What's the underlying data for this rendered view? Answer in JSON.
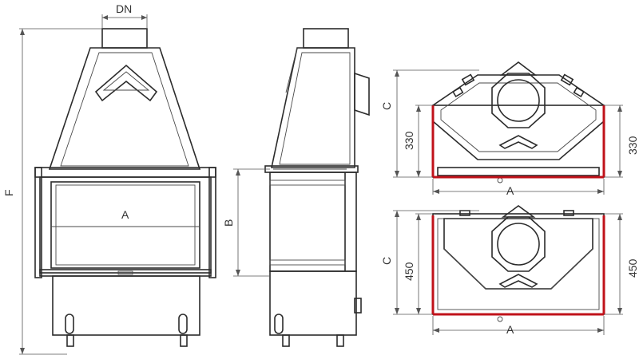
{
  "labels": {
    "dn": "DN",
    "f": "F",
    "a_front": "A",
    "b": "B",
    "c_top": "C",
    "dim330_left": "330",
    "dim330_right": "330",
    "a_top": "A",
    "c_bottom": "C",
    "dim450_left": "450",
    "dim450_right": "450",
    "a_bottom": "A"
  },
  "colors": {
    "line": "#2b2b2b",
    "highlight": "#c0121a"
  }
}
